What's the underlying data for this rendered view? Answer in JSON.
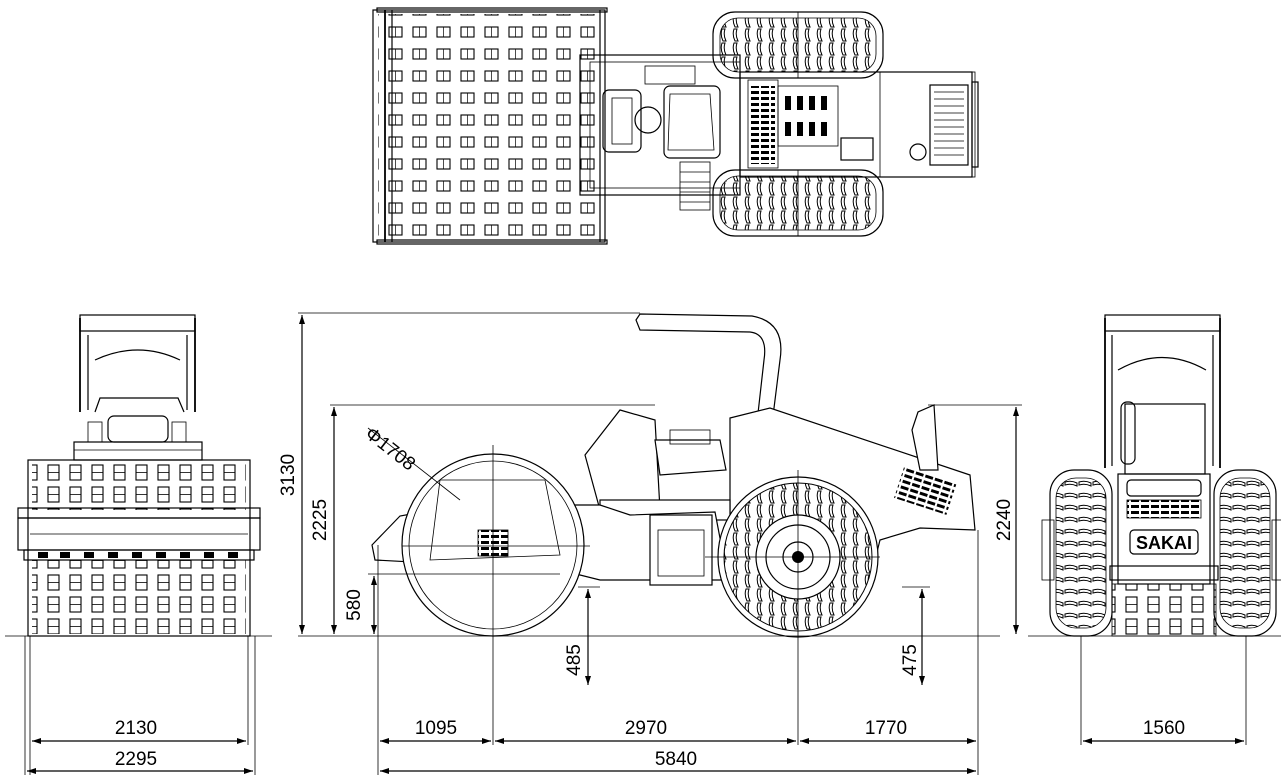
{
  "drawing": {
    "brand_label": "SAKAI",
    "dimensions": {
      "overall_height": "3130",
      "drum_top_height": "2225",
      "drum_axle_height": "580",
      "drum_diameter": "Φ1708",
      "hood_height": "2240",
      "front_clearance": "485",
      "rear_clearance": "475",
      "front_overhang": "1095",
      "wheelbase": "2970",
      "rear_overhang": "1770",
      "overall_length": "5840",
      "drum_width": "2130",
      "overall_width": "2295",
      "rear_tread": "1560"
    }
  },
  "colors": {
    "line": "#000000",
    "background": "#ffffff"
  }
}
